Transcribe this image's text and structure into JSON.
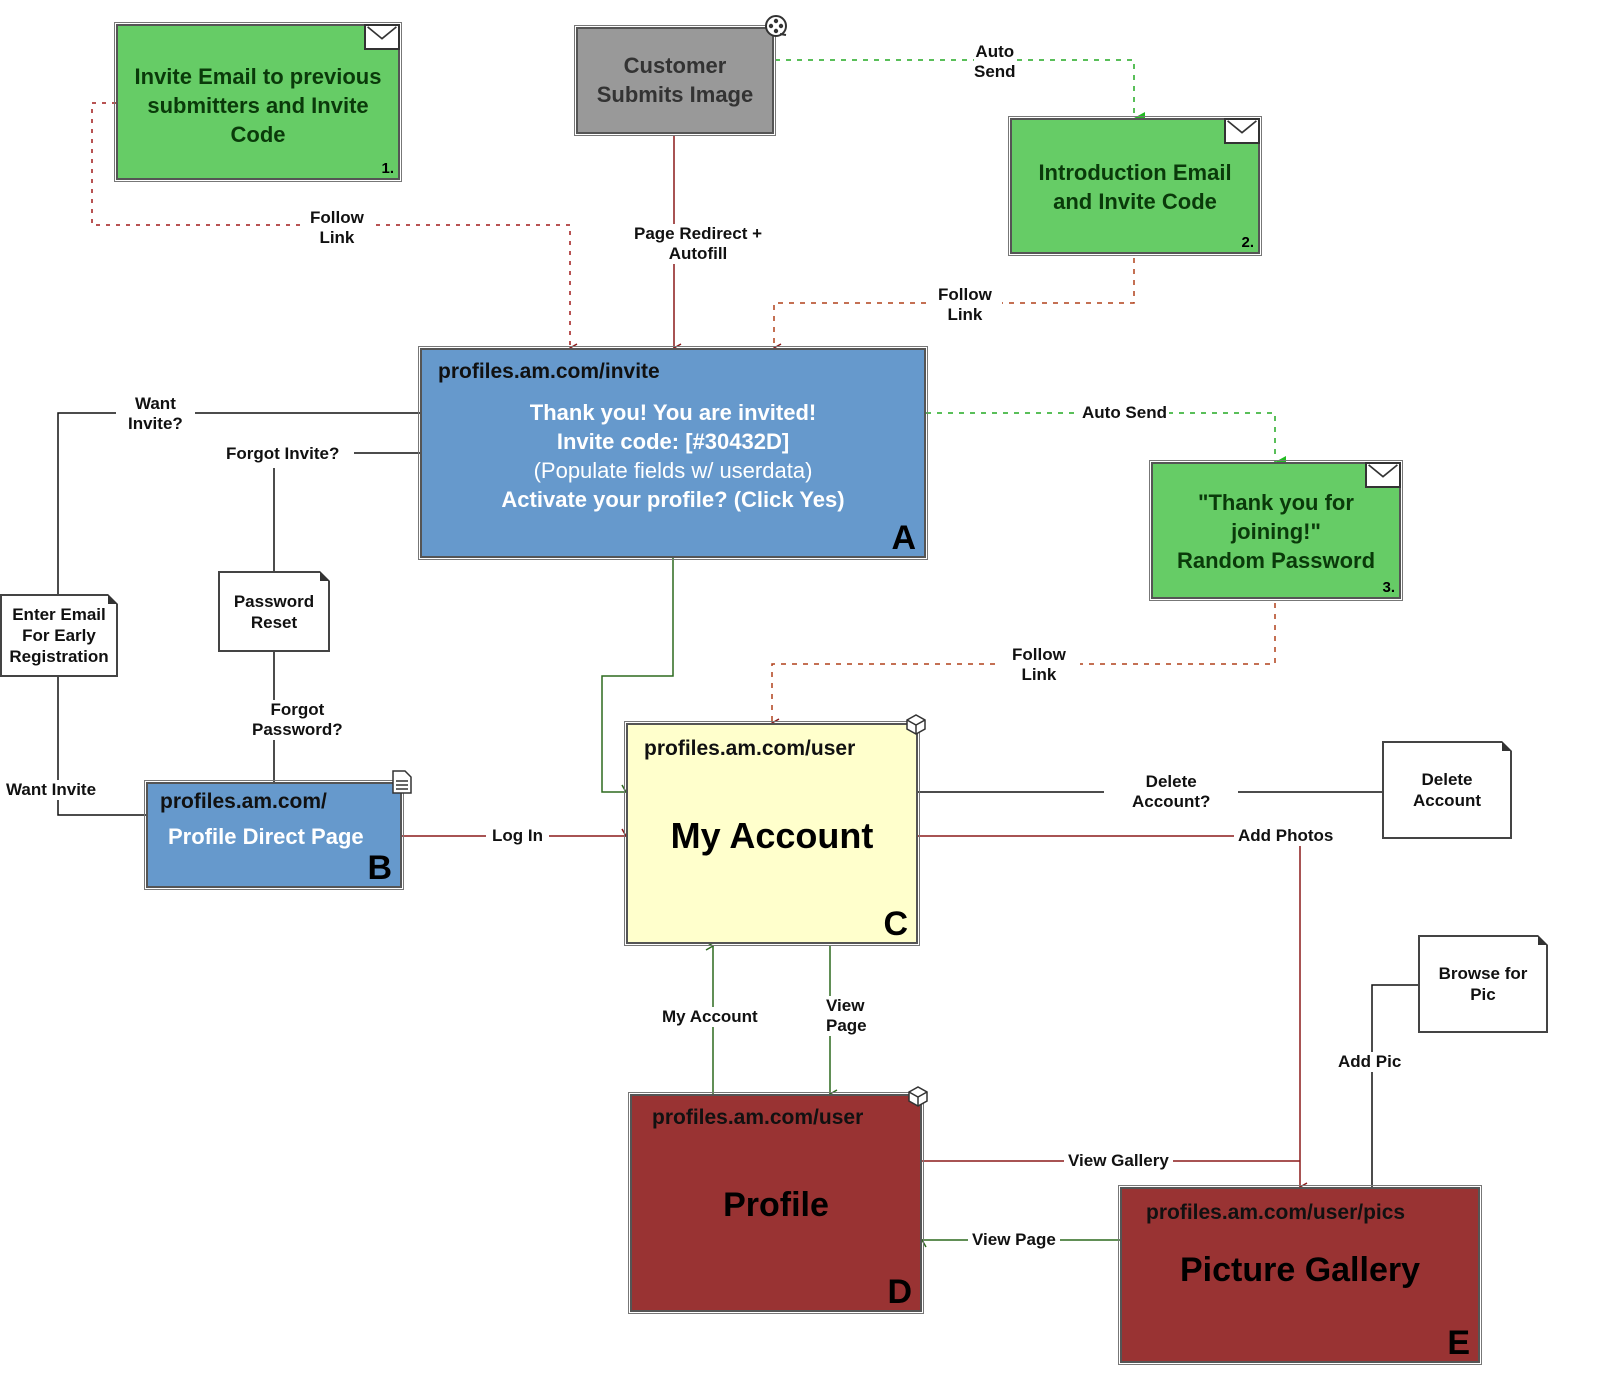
{
  "colors": {
    "email_green": "#66cc66",
    "customer_gray": "#999999",
    "page_blue": "#6699cc",
    "account_yellow": "#ffffcc",
    "profile_red": "#993333",
    "link_dark_red": "#8b1a1a",
    "link_green": "#2d6a1f",
    "auto_send_green": "#22aa22",
    "follow_link_red": "#a0301a"
  },
  "nodes": {
    "invite_email": {
      "text": [
        "Invite Email to previous",
        "submitters and Invite",
        "Code"
      ],
      "number": "1."
    },
    "customer": {
      "text": [
        "Customer",
        "Submits Image"
      ]
    },
    "intro_email": {
      "text": [
        "Introduction Email",
        "and Invite Code"
      ],
      "number": "2."
    },
    "invite_page": {
      "url": "profiles.am.com/invite",
      "lines": [
        "Thank you!  You are invited!",
        "Invite code: [#30432D]",
        "(Populate fields w/ userdata)",
        "Activate your profile? (Click Yes)"
      ],
      "letter": "A"
    },
    "thanks_email": {
      "text": [
        "\"Thank you for",
        "joining!\"",
        "Random Password"
      ],
      "number": "3."
    },
    "enter_email_note": {
      "text": [
        "Enter Email",
        "For Early",
        "Registration"
      ]
    },
    "password_reset_note": {
      "text": [
        "Password",
        "Reset"
      ]
    },
    "direct_page": {
      "url": "profiles.am.com/",
      "title": "Profile Direct Page",
      "letter": "B"
    },
    "my_account": {
      "url": "profiles.am.com/user",
      "title": "My Account",
      "letter": "C"
    },
    "delete_account_note": {
      "text": [
        "Delete",
        "Account"
      ]
    },
    "browse_pic_note": {
      "text": [
        "Browse for",
        "Pic"
      ]
    },
    "profile": {
      "url": "profiles.am.com/user",
      "title": "Profile",
      "letter": "D"
    },
    "gallery": {
      "url": "profiles.am.com/user/pics",
      "title": "Picture Gallery",
      "letter": "E"
    }
  },
  "edge_labels": {
    "auto_send_1": [
      "Auto",
      "Send"
    ],
    "follow_link_1": [
      "Follow",
      "Link"
    ],
    "page_redirect": [
      "Page Redirect +",
      "Autofill"
    ],
    "follow_link_2": [
      "Follow",
      "Link"
    ],
    "want_invite_q": [
      "Want",
      "Invite?"
    ],
    "forgot_invite": "Forgot Invite?",
    "auto_send_2": "Auto Send",
    "follow_link_3": [
      "Follow",
      "Link"
    ],
    "forgot_password": [
      "Forgot",
      "Password?"
    ],
    "want_invite": "Want Invite",
    "log_in": "Log In",
    "delete_account_q": [
      "Delete",
      "Account?"
    ],
    "add_photos": "Add Photos",
    "my_account": "My Account",
    "view_page_1": [
      "View",
      "Page"
    ],
    "add_pic": "Add Pic",
    "view_gallery": "View Gallery",
    "view_page_2": "View Page"
  },
  "icons": {
    "email_nodes": "envelope-icon",
    "customer": "film-reel-icon",
    "direct_page": "document-icon",
    "my_account": "cube-icon",
    "profile": "cube-icon",
    "gallery": "folded-corner"
  }
}
